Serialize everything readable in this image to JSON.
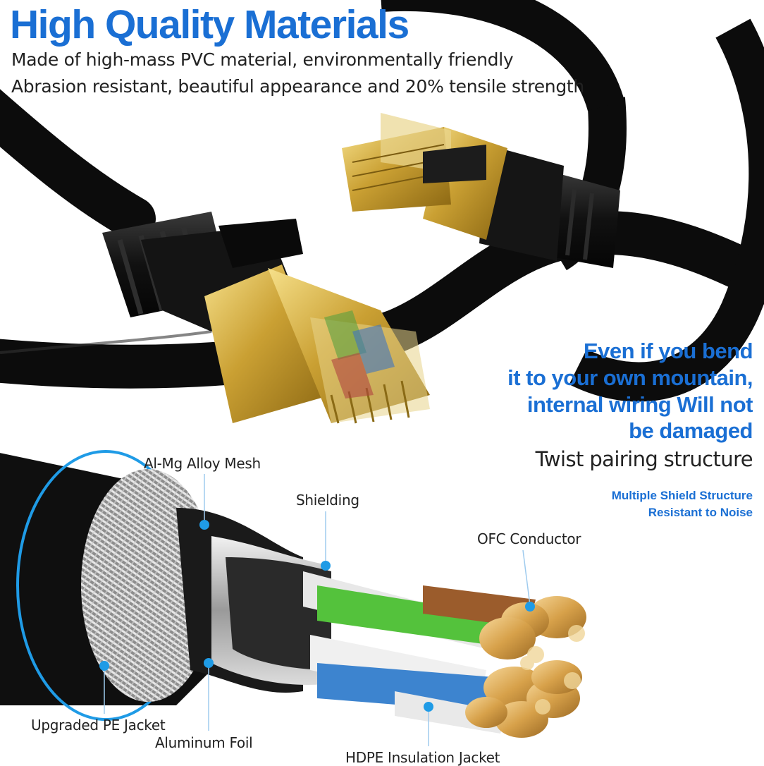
{
  "headline": "High Quality Materials",
  "description": [
    "Made of high-mass PVC material, environmentally friendly",
    "Abrasion resistant, beautiful appearance and 20% tensile strength"
  ],
  "bend_claim": [
    "Even if you bend",
    "it to your own mountain,",
    "internal wiring Will not",
    "be damaged"
  ],
  "structure_title": "Twist pairing structure",
  "shield_note": [
    "Multiple Shield Structure",
    "Resistant to Noise"
  ],
  "labels": {
    "alloy_mesh": "Al-Mg Alloy Mesh",
    "shielding": "Shielding",
    "conductor": "OFC Conductor",
    "pe_jacket": "Upgraded PE Jacket",
    "aluminum_foil": "Aluminum Foil",
    "hdpe_jacket": "HDPE Insulation Jacket"
  },
  "colors": {
    "accent_blue": "#1a6fd4",
    "text": "#222222",
    "cable_black": "#141414",
    "gold": "#d4a53a",
    "copper": "#c8894a"
  }
}
